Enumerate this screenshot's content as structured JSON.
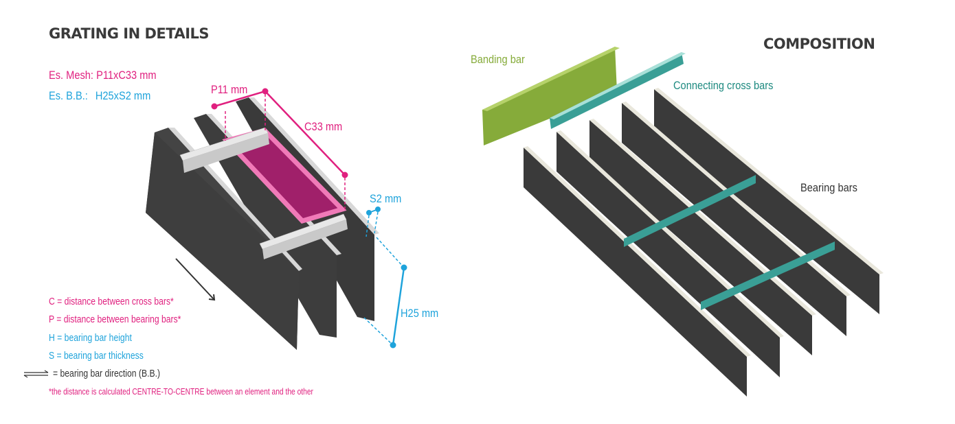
{
  "left": {
    "title": "GRATING IN DETAILS",
    "example_mesh": {
      "label": "Es. Mesh:",
      "value": "P11xC33 mm"
    },
    "example_bb": {
      "label": "Es. B.B.:",
      "value": "H25xS2 mm"
    },
    "dimensions": {
      "p": "P11 mm",
      "c": "C33 mm",
      "s": "S2 mm",
      "h": "H25 mm"
    },
    "legend": [
      "C = distance between cross bars*",
      "P = distance between bearing bars*",
      "H = bearing bar height",
      "S = bearing bar thickness",
      "= bearing bar direction (B.B.)"
    ],
    "footnote": "*the distance is calculated CENTRE-TO-CENTRE between an element and the other"
  },
  "right": {
    "title": "COMPOSITION",
    "labels": {
      "banding_bar": "Banding bar",
      "connecting_cross_bars": "Connecting cross bars",
      "bearing_bars": "Bearing bars"
    }
  },
  "colors": {
    "magenta": "#e0207f",
    "cyan": "#1ea3db",
    "teal": "#3a9f96",
    "green": "#86ab3a",
    "dark_bar": "#3a3a3a"
  }
}
